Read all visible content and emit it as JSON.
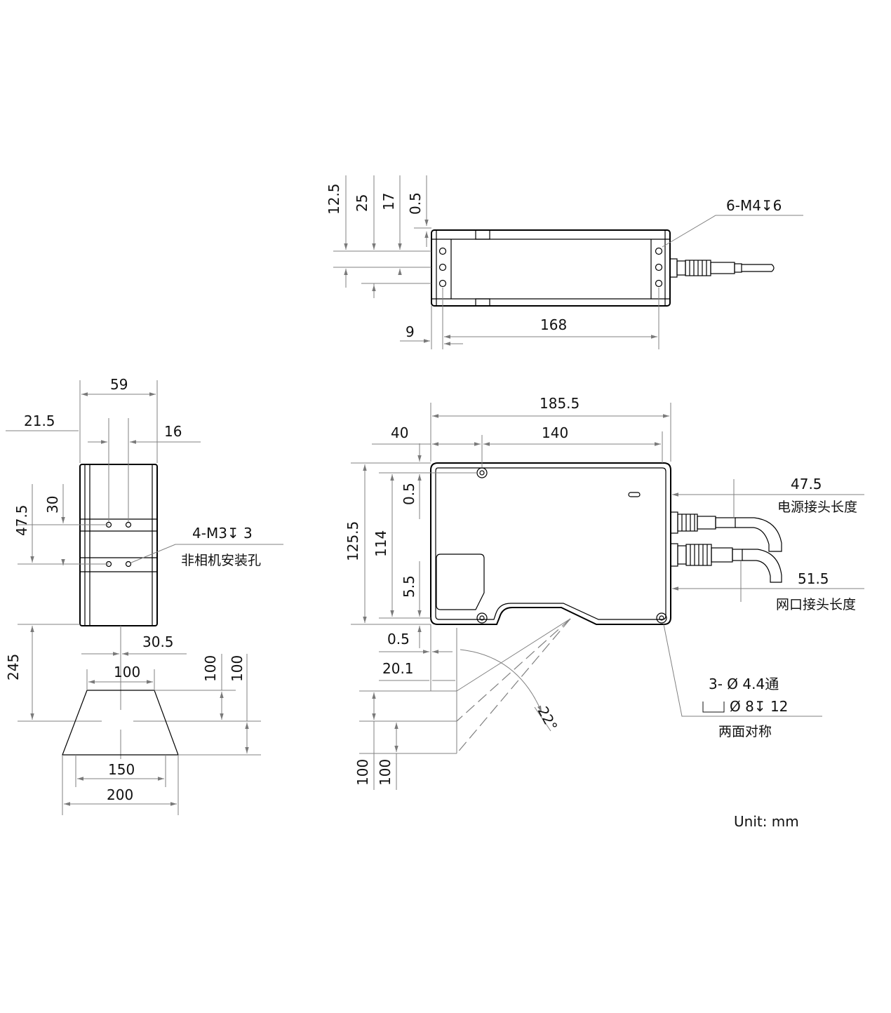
{
  "top_view": {
    "dims_left": [
      "12.5",
      "25",
      "17",
      "0.5"
    ],
    "hole_note": "6-M4↧6",
    "dim_bottom_small": "9",
    "dim_bottom_length": "168"
  },
  "side_view": {
    "dim_width": "59",
    "dim_offset_left": "21.5",
    "dim_gap": "16",
    "dim_height_a": "47.5",
    "dim_height_b": "30",
    "hole_note": "4-M3↧ 3",
    "hole_note_sub": "非相机安装孔",
    "dim_center": "30.5",
    "dim_distance": "245",
    "dim_fov_top": "100",
    "dim_fov_mid": "150",
    "dim_fov_bottom": "200",
    "dim_fov_h1": "100",
    "dim_fov_h2": "100"
  },
  "front_view": {
    "dim_total_width": "185.5",
    "dim_offset": "40",
    "dim_hole_spacing": "140",
    "dim_height_total": "125.5",
    "dim_height_holes": "114",
    "dim_top_margin": "0.5",
    "dim_bottom_margin": "5.5",
    "dim_edge_small": "0.5",
    "dim_laser_offset": "20.1",
    "dim_fov_h1": "100",
    "dim_fov_h2": "100",
    "angle": "22°",
    "power_length_value": "47.5",
    "power_length_label": "电源接头长度",
    "net_length_value": "51.5",
    "net_length_label": "网口接头长度",
    "hole_note_line1": "3- Ø  4.4通",
    "hole_note_line2": "Ø 8↧ 12",
    "hole_note_line3": "两面对称"
  },
  "unit": "Unit: mm"
}
